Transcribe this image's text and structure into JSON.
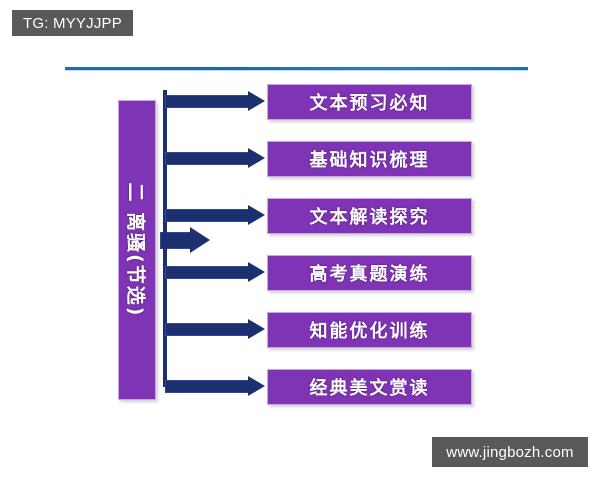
{
  "watermarks": {
    "top_left": "TG: MYYJJPP",
    "bottom_right": "www.jingbozh.com"
  },
  "colors": {
    "node_fill": "#7E34B5",
    "node_border": "#C9A7E0",
    "arrow": "#1C3070",
    "rule": "#1F6FB0",
    "watermark_bg": "#595959",
    "background": "#FFFFFF"
  },
  "diagram": {
    "root": {
      "label": "二  离骚(节选)",
      "orientation": "vertical-rotated"
    },
    "nodes": [
      {
        "label": "文本预习必知"
      },
      {
        "label": "基础知识梳理"
      },
      {
        "label": "文本解读探究"
      },
      {
        "label": "高考真题演练"
      },
      {
        "label": "知能优化训练"
      },
      {
        "label": "经典美文赏读"
      }
    ]
  }
}
